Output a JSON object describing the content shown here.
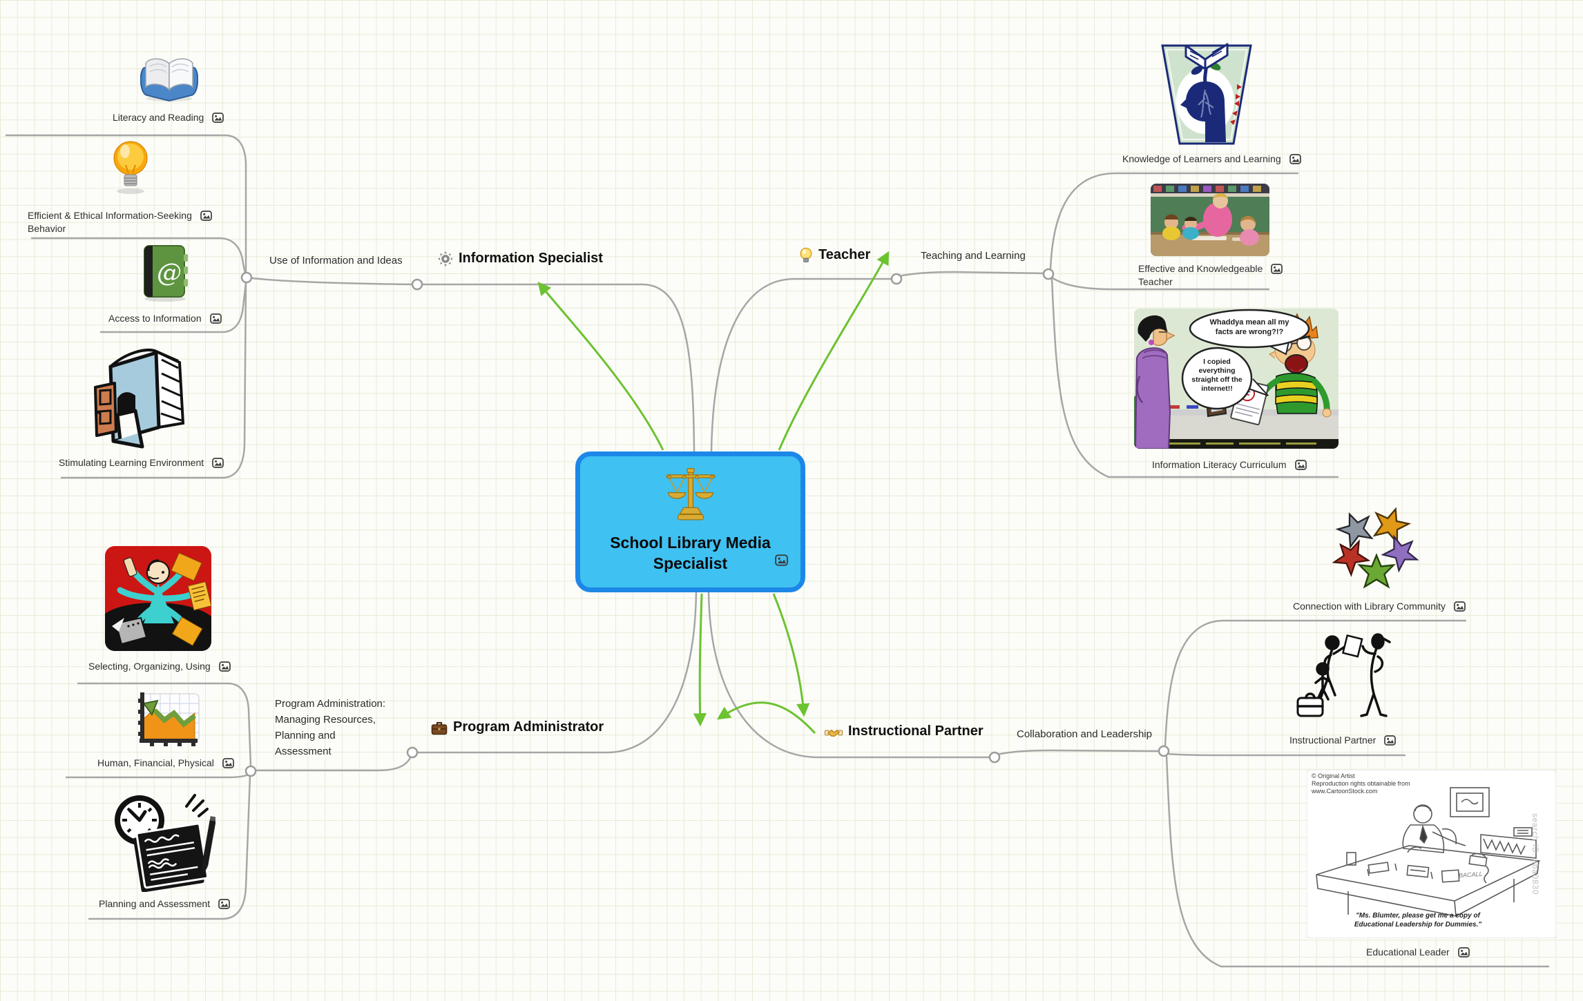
{
  "root": {
    "label": "School Library Media Specialist"
  },
  "colors": {
    "root_fill": "#3fc1f2",
    "root_border": "#1d87e8",
    "branch_line": "#a6a6a6",
    "relationship_arrow": "#6cc231"
  },
  "branches": [
    {
      "topic": "Information Specialist",
      "topic_icon": "gear-icon",
      "subtopic": "Use of Information and Ideas",
      "leaves": [
        {
          "label": "Literacy and Reading",
          "image": "open-book"
        },
        {
          "label": "Efficient & Ethical Information-Seeking\nBehavior",
          "image": "lightbulb"
        },
        {
          "label": "Access to Information",
          "image": "address-book"
        },
        {
          "label": "Stimulating Learning Environment",
          "image": "book-doorway"
        }
      ]
    },
    {
      "topic": "Teacher",
      "topic_icon": "lightbulb-icon",
      "subtopic": "Teaching and Learning",
      "leaves": [
        {
          "label": "Knowledge of Learners and Learning",
          "image": "mind-growth-logo"
        },
        {
          "label": "Effective and Knowledgeable\nTeacher",
          "image": "classroom-photo"
        },
        {
          "label": "Information Literacy Curriculum",
          "image": "internet-copying-cartoon"
        }
      ]
    },
    {
      "topic": "Program Administrator",
      "topic_icon": "briefcase-icon",
      "subtopic": "Program Administration:\nManaging Resources,\nPlanning and\nAssessment",
      "leaves": [
        {
          "label": "Selecting, Organizing, Using",
          "image": "multitasking-art"
        },
        {
          "label": "Human, Financial, Physical",
          "image": "finance-chart"
        },
        {
          "label": "Planning and Assessment",
          "image": "clock-checklist"
        }
      ]
    },
    {
      "topic": "Instructional Partner",
      "topic_icon": "handshake-icon",
      "subtopic": "Collaboration and Leadership",
      "leaves": [
        {
          "label": "Connection with Library Community",
          "image": "community-stars"
        },
        {
          "label": "Instructional Partner",
          "image": "stick-figures"
        },
        {
          "label": "Educational Leader",
          "image": "leadership-cartoon"
        }
      ]
    }
  ],
  "internet_cartoon": {
    "bubble1": "Whaddya mean all my\nfacts are wrong?!?",
    "bubble2": "I copied\neverything\nstraight off the\ninternet!!"
  },
  "leadership_cartoon": {
    "credit": "© Original Artist\nReproduction rights obtainable from\nwww.CartoonStock.com",
    "caption": "\"Ms. Blumter, please get me a copy of\nEducational Leadership for Dummies.\"",
    "signature": "BACALL",
    "watermark": "search ID: aba0830"
  }
}
